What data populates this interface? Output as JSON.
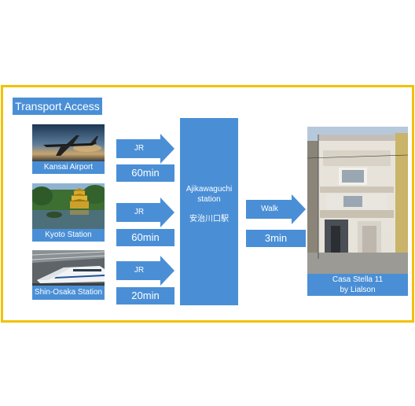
{
  "title": "Transport Access",
  "origins": [
    {
      "name": "Kansai Airport",
      "mode": "JR",
      "time": "60min",
      "photo_icon": "airplane-photo"
    },
    {
      "name": "Kyoto Station",
      "mode": "JR",
      "time": "60min",
      "photo_icon": "golden-pavilion-photo"
    },
    {
      "name": "Shin-Osaka Station",
      "mode": "JR",
      "time": "20min",
      "photo_icon": "bullet-train-photo"
    }
  ],
  "station": {
    "name": "Ajikawaguchi station",
    "name_jp": "安治川口駅"
  },
  "walk": {
    "mode": "Walk",
    "time": "3min"
  },
  "destination": {
    "line1": "Casa Stella 11",
    "line2": "by Lialson",
    "photo_icon": "house-photo"
  },
  "colors": {
    "accent": "#4a8fd6",
    "frame": "#f2c200"
  }
}
